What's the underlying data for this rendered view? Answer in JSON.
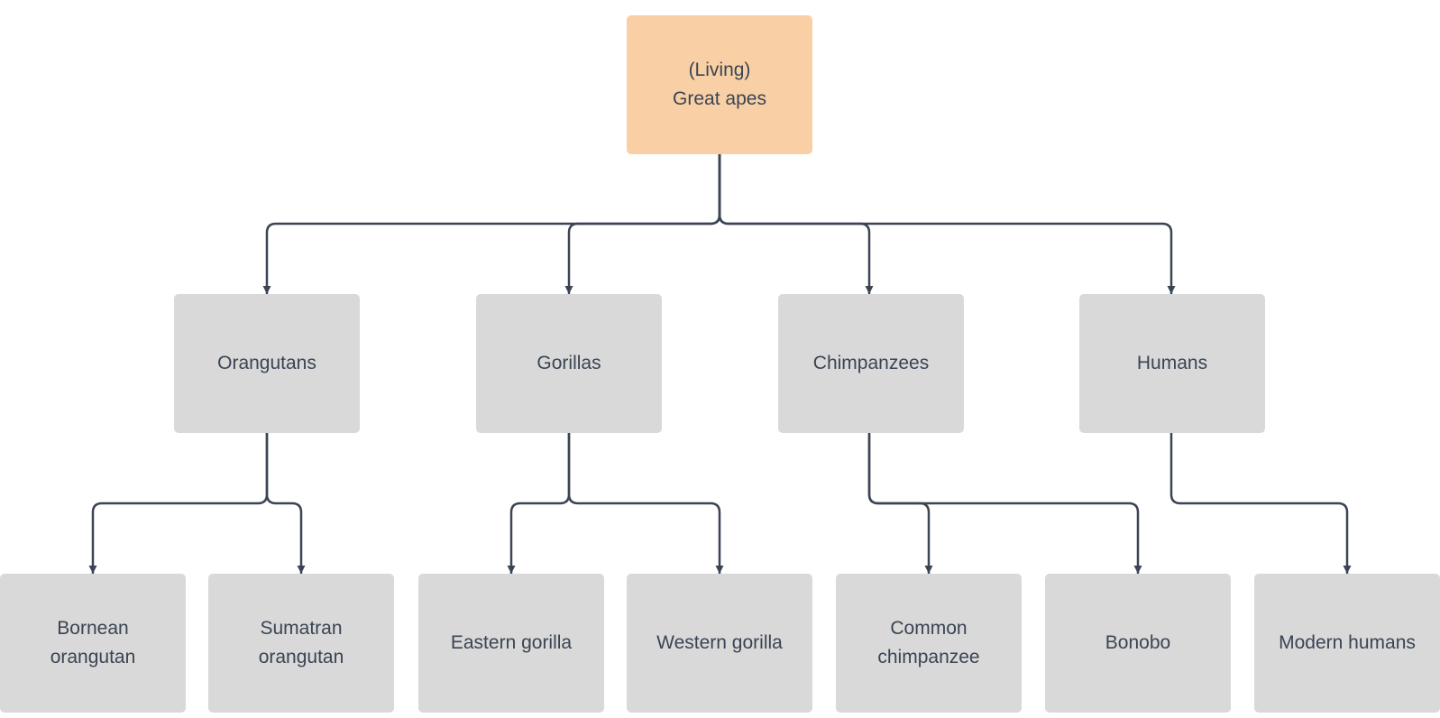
{
  "root": {
    "label": "(Living)\nGreat apes",
    "color": "#f9d0a6"
  },
  "groups": [
    {
      "label": "Orangutans",
      "children": [
        "Bornean\norangutan",
        "Sumatran\norangutan"
      ]
    },
    {
      "label": "Gorillas",
      "children": [
        "Eastern gorilla",
        "Western gorilla"
      ]
    },
    {
      "label": "Chimpanzees",
      "children": [
        "Common\nchimpanzee",
        "Bonobo"
      ]
    },
    {
      "label": "Humans",
      "children": [
        "Modern humans"
      ]
    }
  ],
  "colors": {
    "node": "#d9d9d9",
    "connector": "#3a4453",
    "text": "#3a4453"
  }
}
